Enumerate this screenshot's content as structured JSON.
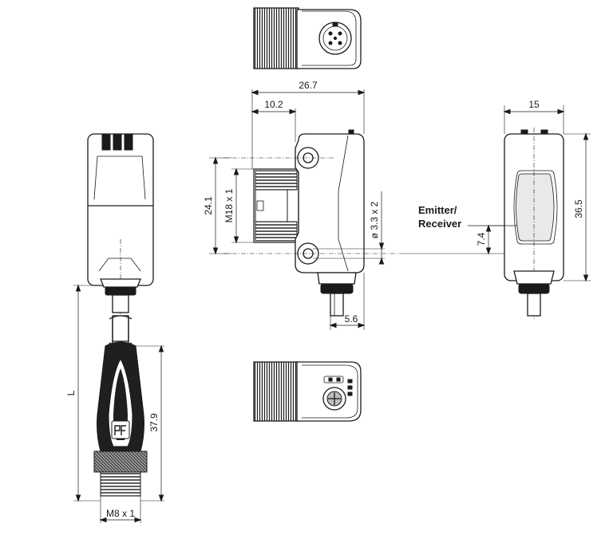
{
  "dimensions": {
    "overall_length": "26.7",
    "flange_offset": "10.2",
    "width": "15",
    "height": "36.5",
    "mount_spacing": "24.1",
    "thread": "M18 x 1",
    "hole": "ø 3.3 x 2",
    "emitter_offset": "7.4",
    "cable_offset": "5.6",
    "cable_length": "L",
    "connector_length": "37.9",
    "connector_thread": "M8 x 1"
  },
  "labels": {
    "emitter_line1": "Emitter/",
    "emitter_line2": "Receiver"
  },
  "icons": {
    "brand_logo": "pf-logo-icon"
  }
}
